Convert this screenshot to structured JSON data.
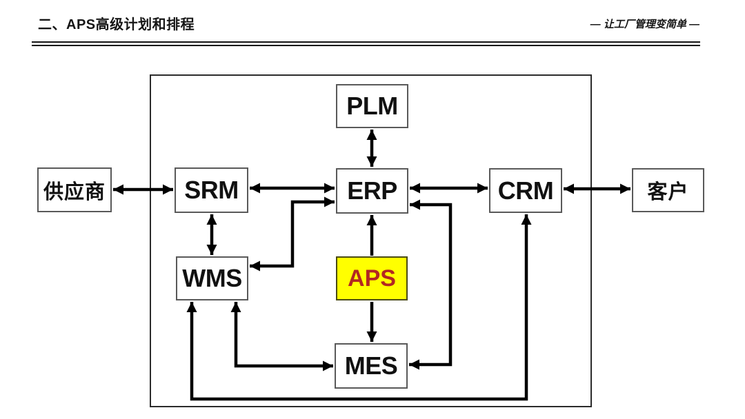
{
  "header": {
    "title": "二、APS高级计划和排程",
    "slogan": "— 让工厂管理变简单 —"
  },
  "diagram": {
    "nodes": {
      "supplier": {
        "label": "供应商"
      },
      "srm": {
        "label": "SRM"
      },
      "plm": {
        "label": "PLM"
      },
      "erp": {
        "label": "ERP"
      },
      "crm": {
        "label": "CRM"
      },
      "customer": {
        "label": "客户"
      },
      "wms": {
        "label": "WMS"
      },
      "aps": {
        "label": "APS"
      },
      "mes": {
        "label": "MES"
      }
    },
    "edges": [
      {
        "from": "supplier",
        "to": "srm",
        "direction": "both"
      },
      {
        "from": "srm",
        "to": "erp",
        "direction": "both"
      },
      {
        "from": "erp",
        "to": "crm",
        "direction": "both"
      },
      {
        "from": "crm",
        "to": "customer",
        "direction": "both"
      },
      {
        "from": "plm",
        "to": "erp",
        "direction": "both"
      },
      {
        "from": "srm",
        "to": "wms",
        "direction": "both"
      },
      {
        "from": "aps",
        "to": "erp",
        "direction": "to"
      },
      {
        "from": "aps",
        "to": "mes",
        "direction": "to"
      },
      {
        "from": "erp",
        "to": "wms",
        "direction": "both"
      },
      {
        "from": "erp",
        "to": "mes",
        "direction": "both"
      },
      {
        "from": "wms",
        "to": "mes",
        "direction": "both"
      },
      {
        "from": "wms",
        "to": "crm",
        "direction": "both"
      }
    ],
    "colors": {
      "arrow": "#000000",
      "box_border": "#595959",
      "aps_background": "#ffff00",
      "aps_text": "#b22722"
    }
  }
}
